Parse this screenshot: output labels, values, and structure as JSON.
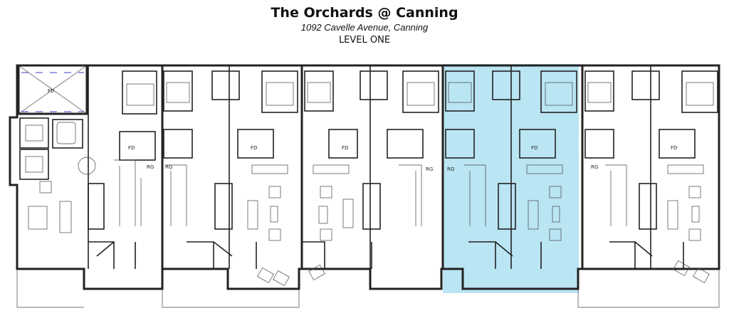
{
  "header": {
    "title": "The Orchards @ Canning",
    "address": "1092 Cavelle Avenue, Canning",
    "level": "LEVEL ONE"
  },
  "plan": {
    "highlight_color": "#a9dff0",
    "units": [
      {
        "index": 1,
        "highlighted": false
      },
      {
        "index": 2,
        "highlighted": false
      },
      {
        "index": 3,
        "highlighted": false
      },
      {
        "index": 4,
        "highlighted": true
      },
      {
        "index": 5,
        "highlighted": false
      }
    ],
    "labels": {
      "floor_drain": "FD",
      "range": "RG"
    }
  }
}
